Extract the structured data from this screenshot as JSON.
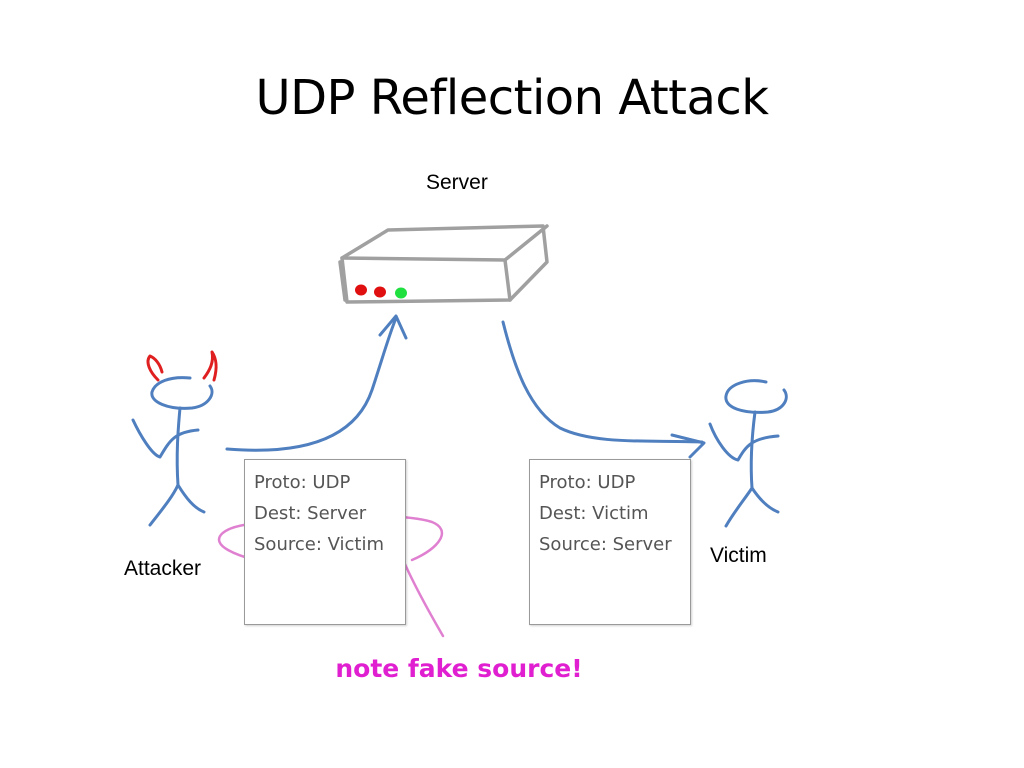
{
  "title": "UDP Reflection Attack",
  "nodes": {
    "server": "Server",
    "attacker": "Attacker",
    "victim": "Victim"
  },
  "packets": [
    {
      "proto": "Proto: UDP",
      "dest": "Dest: Server",
      "source": "Source: Victim"
    },
    {
      "proto": "Proto: UDP",
      "dest": "Dest: Victim",
      "source": "Source: Server"
    }
  ],
  "note": "note fake source!",
  "colors": {
    "arrow": "#4f7fbf",
    "stick_figure": "#4f7fbf",
    "devil_horns": "#e02020",
    "highlight": "#e080d0",
    "note": "#e020d0",
    "server_outline": "#a0a0a0",
    "led_red": "#e01010",
    "led_green": "#20e040"
  }
}
